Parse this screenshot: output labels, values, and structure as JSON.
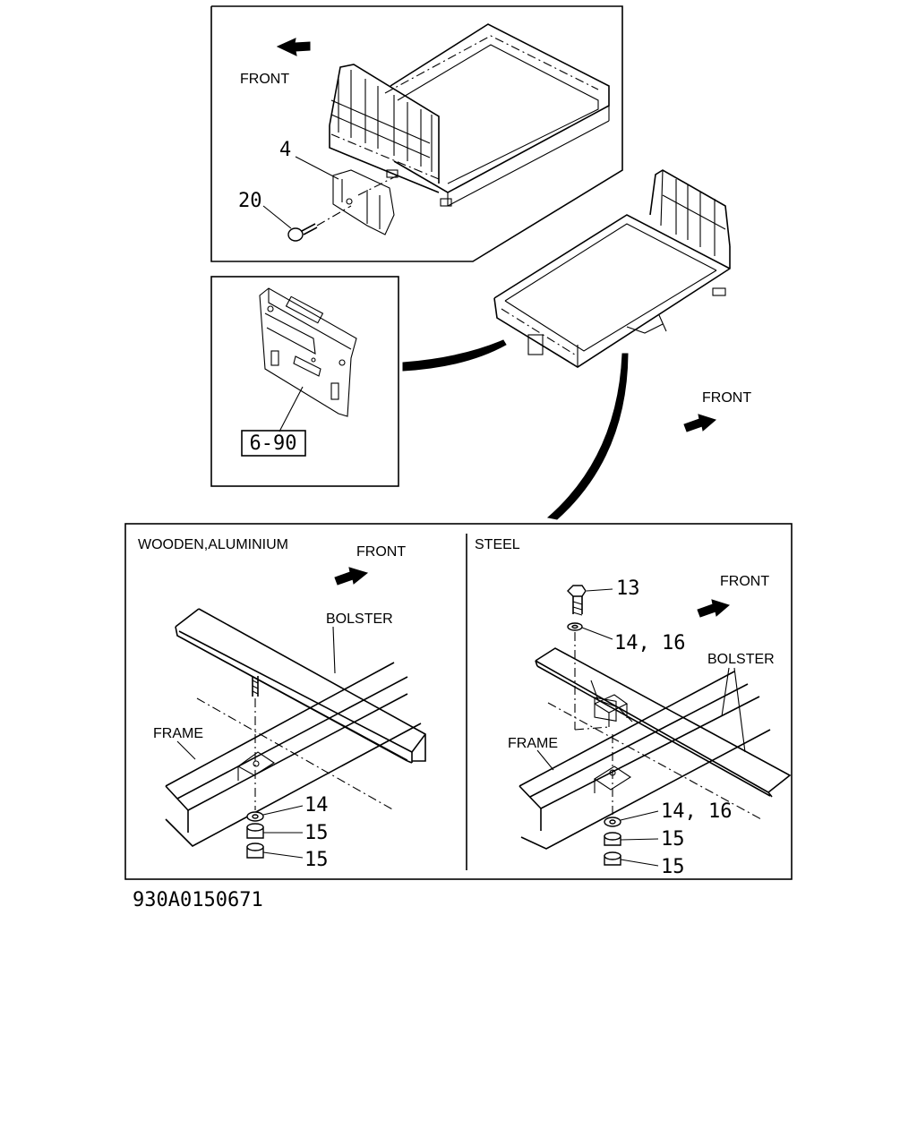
{
  "top_view": {
    "front_label": "FRONT",
    "callout_4": "4",
    "callout_20": "20"
  },
  "bracket_view": {
    "ref_label": "6-90"
  },
  "side_view": {
    "front_label": "FRONT"
  },
  "wooden_panel": {
    "heading": "WOODEN,ALUMINIUM",
    "front_label": "FRONT",
    "bolster_label": "BOLSTER",
    "frame_label": "FRAME",
    "callouts": [
      "14",
      "15",
      "15"
    ]
  },
  "steel_panel": {
    "heading": "STEEL",
    "front_label": "FRONT",
    "bolster_label": "BOLSTER",
    "frame_label": "FRAME",
    "callouts": [
      "13",
      "14, 16",
      "14, 16",
      "15",
      "15"
    ]
  },
  "drawing_number": "930A0150671"
}
